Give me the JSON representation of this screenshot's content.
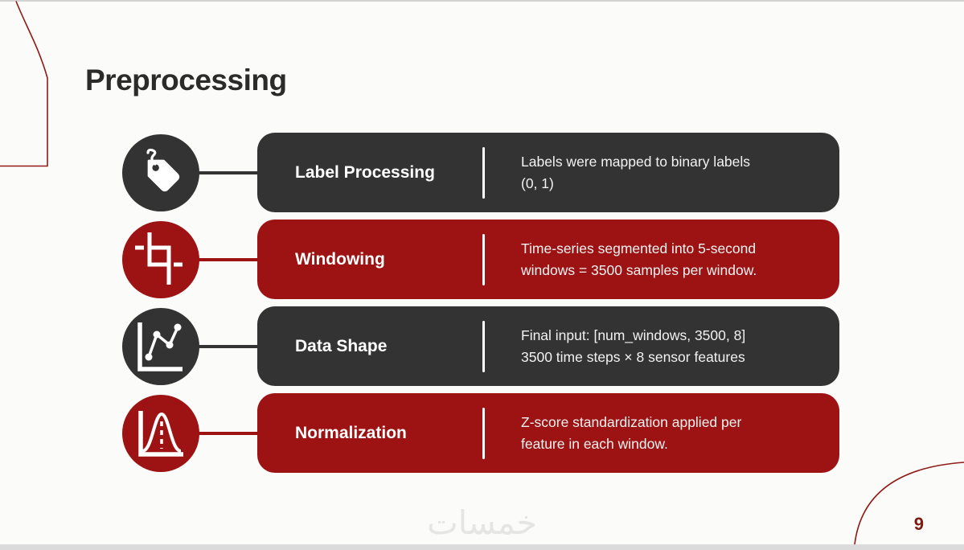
{
  "slide": {
    "title": "Preprocessing",
    "page_number": "9",
    "watermark": "خمسات"
  },
  "colors": {
    "dark": "#333333",
    "red": "#9d1313",
    "arc_red": "#8e1b15",
    "page_red": "#7b1c12",
    "bg": "#fbfbf9",
    "strip": "#dbdbdb",
    "title_text": "#2b2b2b",
    "watermark": "#e5e5e3"
  },
  "rows": [
    {
      "title": "Label Processing",
      "description": "Labels were mapped to binary labels\n(0, 1)",
      "icon": "tag-icon",
      "theme": "dark"
    },
    {
      "title": "Windowing",
      "description": "Time-series segmented into 5-second\nwindows = 3500 samples per window.",
      "icon": "crop-icon",
      "theme": "red"
    },
    {
      "title": "Data Shape",
      "description": "Final input: [num_windows, 3500, 8]\n3500 time steps × 8 sensor features",
      "icon": "line-chart-icon",
      "theme": "dark"
    },
    {
      "title": "Normalization",
      "description": "Z-score standardization applied per\nfeature in each window.",
      "icon": "bell-curve-icon",
      "theme": "red"
    }
  ]
}
